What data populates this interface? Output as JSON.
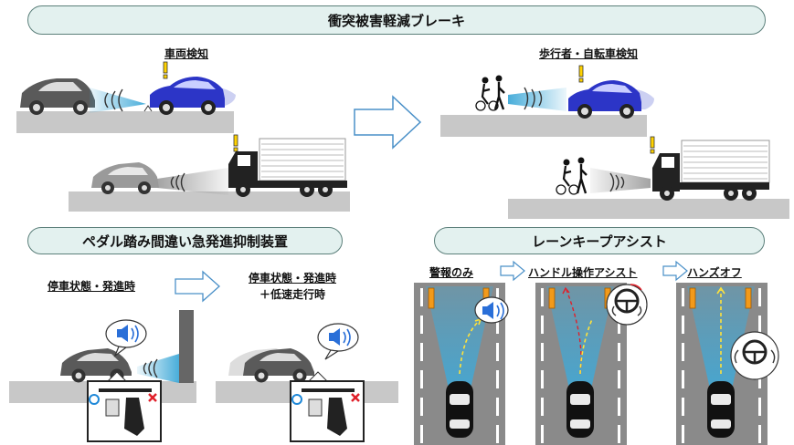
{
  "sections": {
    "aeb": {
      "title": "衝突被害軽減ブレーキ",
      "vehicle_label": "車両検知",
      "pedestrian_label": "歩行者・自転車検知"
    },
    "pedal": {
      "title": "ペダル踏み間違い急発進抑制装置",
      "label_stop": "停車状態・発進時",
      "label_low_line1": "停車状態・発進時",
      "label_low_line2": "＋低速走行時"
    },
    "lka": {
      "title": "レーンキープアシスト",
      "label_warn": "警報のみ",
      "label_assist": "ハンドル操作アシスト",
      "label_handsoff": "ハンズオフ"
    }
  },
  "icons": [
    "warning-icon",
    "speaker-icon",
    "steering-wheel-icon",
    "arrow-right-icon",
    "pedal-icon",
    "check-circle-icon",
    "cross-icon"
  ],
  "colors": {
    "banner_fill": "#e3f1ef",
    "road_gray": "#c8c8c8",
    "detection_blue": "#3fa9d8",
    "detected_car": "#2c35c7",
    "warning_yellow": "#ffd200",
    "lane_orange": "#f29a1a",
    "arrow_outline": "#4a90c8",
    "cross_red": "#e0202a",
    "circle_blue": "#1e88d8"
  }
}
